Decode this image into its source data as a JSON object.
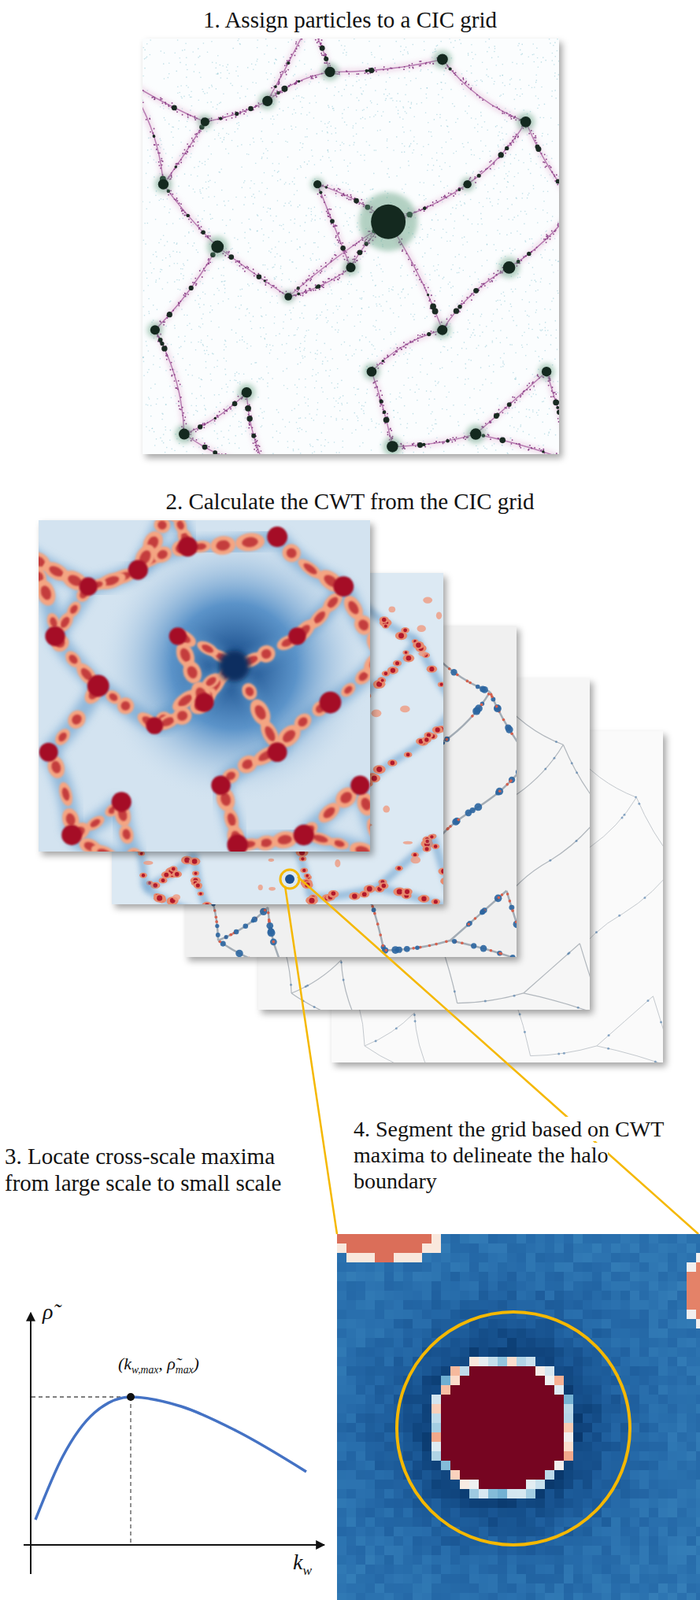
{
  "diagram": {
    "labels": [
      "1. Assign particles to a CIC grid",
      "2. Calculate the CWT from the CIC grid",
      "3. Locate cross-scale maxima from large scale to small scale",
      "4. Segment the grid based on CWT maxima to delineate the halo boundary",
      "ρ̃",
      "k",
      "w",
      "(k",
      "w,max",
      ", ρ̃",
      "max",
      ")"
    ]
  }
}
